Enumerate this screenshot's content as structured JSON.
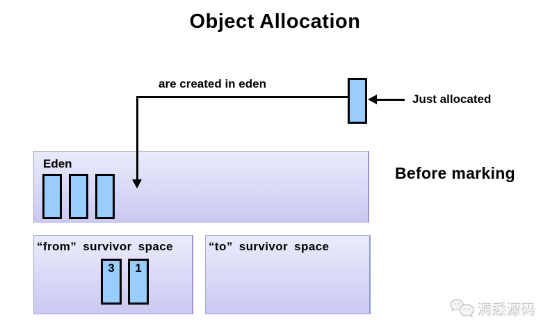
{
  "title": "Object Allocation",
  "labels": {
    "are_created_in_eden": "are created in eden",
    "just_allocated": "Just allocated",
    "before_marking": "Before marking"
  },
  "regions": {
    "eden": {
      "label": "Eden",
      "object_count": 3
    },
    "from_survivor": {
      "label": "“from” survivor space",
      "objects": [
        {
          "age": "3"
        },
        {
          "age": "1"
        }
      ]
    },
    "to_survivor": {
      "label": "“to” survivor space",
      "objects": []
    }
  },
  "colors": {
    "object_fill": "#99CCFF",
    "object_border": "#000000",
    "region_gradient_top": "#EBEBFD",
    "region_gradient_bottom": "#C9C9F2",
    "region_border": "#A6A6D8",
    "arrow": "#000000",
    "text": "#000000",
    "background": "#FFFFFF"
  },
  "watermark": {
    "icon": "chat-bubbles-icon",
    "text": "洞悉源码"
  }
}
